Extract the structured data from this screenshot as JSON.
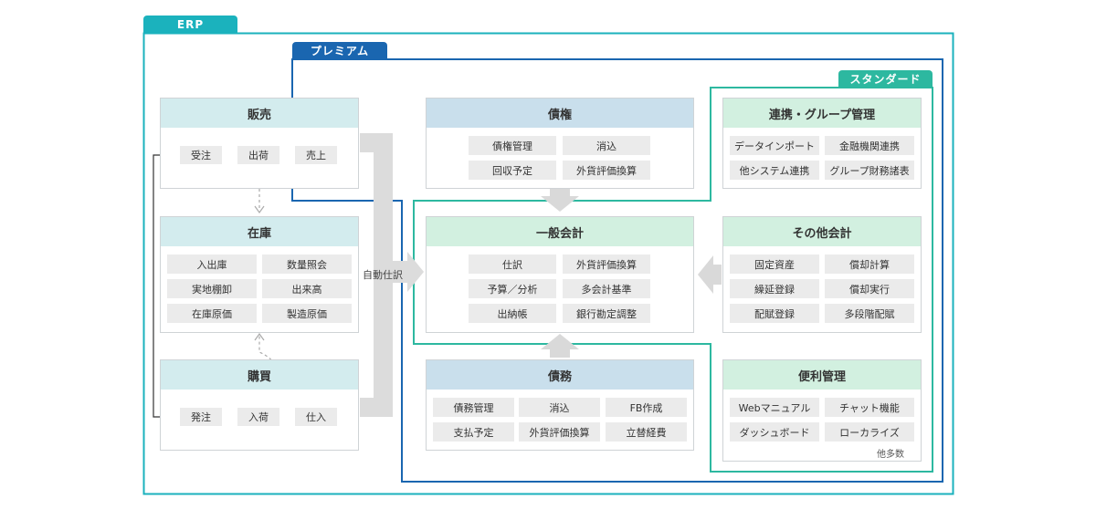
{
  "tiers": {
    "erp": "ERP",
    "premium": "プレミアム",
    "standard": "スタンダード"
  },
  "colors": {
    "erp": "#1bb2bd",
    "premium": "#1a66b0",
    "standard": "#2db8a0",
    "arrow": "#d9d9d9"
  },
  "auto_journal_label": "自動仕訳",
  "hanbai": {
    "title": "販売",
    "flow": [
      "受注",
      "出荷",
      "売上"
    ]
  },
  "zaiko": {
    "title": "在庫",
    "items": [
      "入出庫",
      "数量照会",
      "実地棚卸",
      "出来高",
      "在庫原価",
      "製造原価"
    ]
  },
  "kobai": {
    "title": "購買",
    "flow": [
      "発注",
      "入荷",
      "仕入"
    ]
  },
  "saiken": {
    "title": "債権",
    "items": [
      "債権管理",
      "消込",
      "回収予定",
      "外貨評価換算"
    ]
  },
  "ippan": {
    "title": "一般会計",
    "items": [
      "仕訳",
      "外貨評価換算",
      "予算／分析",
      "多会計基準",
      "出納帳",
      "銀行勘定調整"
    ]
  },
  "saimu": {
    "title": "債務",
    "items": [
      "債務管理",
      "消込",
      "FB作成",
      "支払予定",
      "外貨評価換算",
      "立替経費"
    ]
  },
  "renkei": {
    "title": "連携・グループ管理",
    "items": [
      "データインポート",
      "金融機関連携",
      "他システム連携",
      "グループ財務諸表"
    ]
  },
  "sonota": {
    "title": "その他会計",
    "items": [
      "固定資産",
      "償却計算",
      "繰延登録",
      "償却実行",
      "配賦登録",
      "多段階配賦"
    ]
  },
  "benri": {
    "title": "便利管理",
    "items": [
      "Webマニュアル",
      "チャット機能",
      "ダッシュボード",
      "ローカライズ"
    ],
    "note": "他多数"
  }
}
